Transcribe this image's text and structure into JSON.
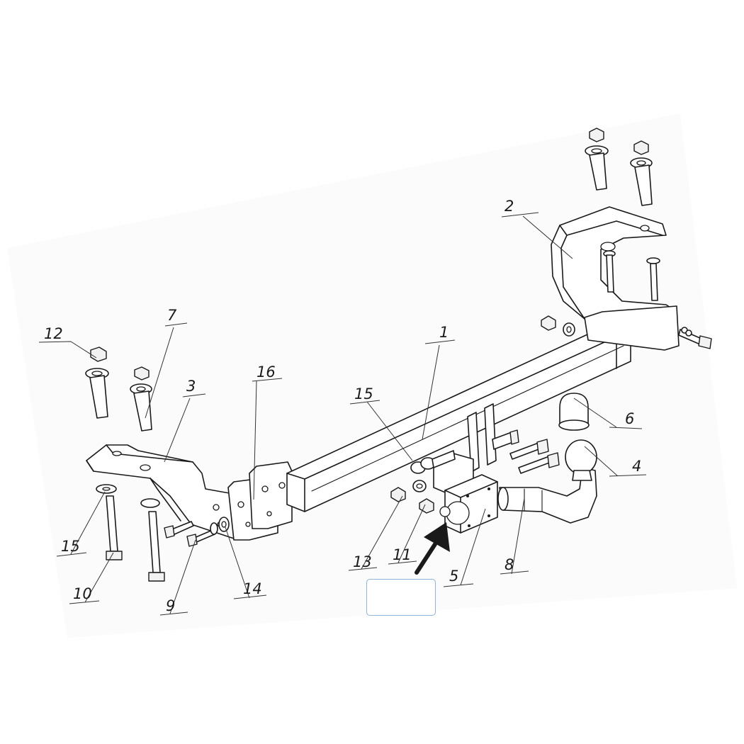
{
  "callouts": [
    {
      "id": "c1",
      "label": "1"
    },
    {
      "id": "c2",
      "label": "2"
    },
    {
      "id": "c3",
      "label": "3"
    },
    {
      "id": "c4",
      "label": "4"
    },
    {
      "id": "c5",
      "label": "5"
    },
    {
      "id": "c6",
      "label": "6"
    },
    {
      "id": "c7",
      "label": "7"
    },
    {
      "id": "c8",
      "label": "8"
    },
    {
      "id": "c9",
      "label": "9"
    },
    {
      "id": "c10",
      "label": "10"
    },
    {
      "id": "c11",
      "label": "11"
    },
    {
      "id": "c12",
      "label": "12"
    },
    {
      "id": "c13",
      "label": "13"
    },
    {
      "id": "c14",
      "label": "14"
    },
    {
      "id": "c15a",
      "label": "15"
    },
    {
      "id": "c15b",
      "label": "15"
    },
    {
      "id": "c16",
      "label": "16"
    }
  ],
  "answer_box": {
    "value": ""
  },
  "colors": {
    "line": "#1a1a1a",
    "box_border": "#8fb4dc",
    "background": "#ffffff"
  }
}
